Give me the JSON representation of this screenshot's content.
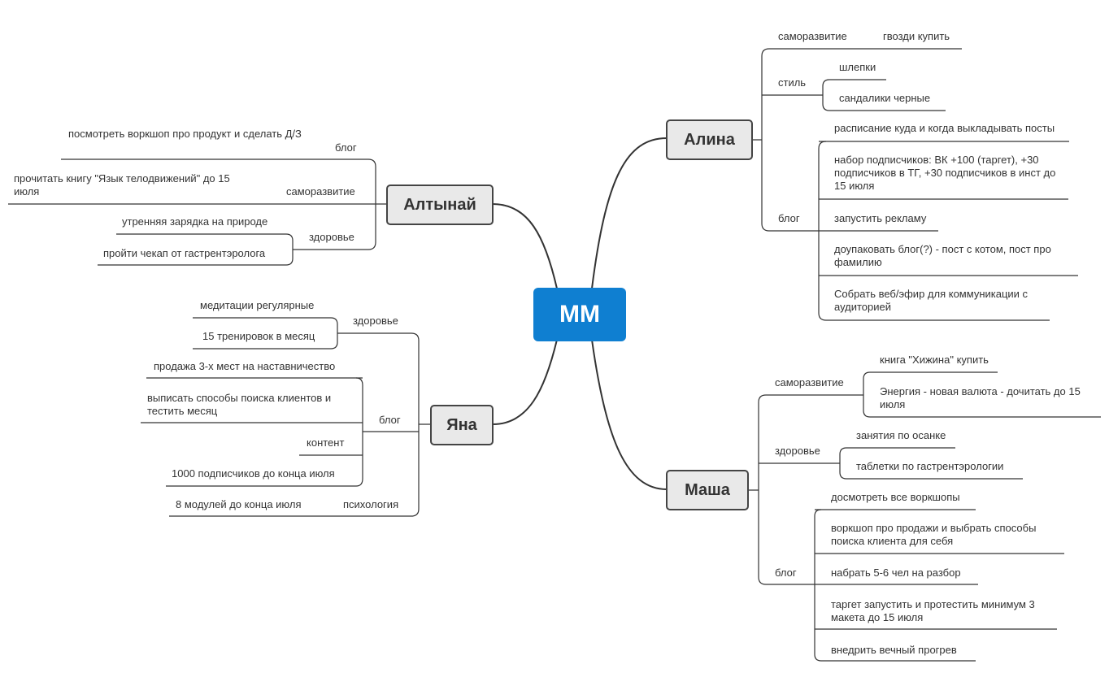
{
  "root": "MM",
  "alina": {
    "name": "Алина",
    "cat_selfdev": "саморазвитие",
    "selfdev_items": [
      "гвозди купить"
    ],
    "cat_style": "стиль",
    "style_items": [
      "шлепки",
      "сандалики черные"
    ],
    "cat_blog": "блог",
    "blog_items": [
      "расписание куда и когда выкладывать посты",
      "набор подписчиков: ВК +100 (таргет), +30 подписчиков в ТГ, +30 подписчиков в инст до 15 июля",
      "запустить рекламу",
      "доупаковать блог(?) - пост с котом, пост про фамилию",
      "Собрать веб/эфир для коммуникации с аудиторией"
    ]
  },
  "altynai": {
    "name": "Алтынай",
    "cat_blog": "блог",
    "blog_items": [
      "посмотреть воркшоп про продукт и сделать Д/З"
    ],
    "cat_selfdev": "саморазвитие",
    "selfdev_items": [
      "прочитать книгу \"Язык телодвижений\"  до 15 июля"
    ],
    "cat_health": "здоровье",
    "health_items": [
      "утренняя зарядка на природе",
      "пройти чекап от гастрентэролога"
    ]
  },
  "yana": {
    "name": "Яна",
    "cat_health": "здоровье",
    "health_items": [
      "медитации регулярные",
      "15 тренировок в месяц"
    ],
    "cat_blog": "блог",
    "blog_items": [
      "продажа 3-х мест на наставничество",
      "выписать способы поиска клиентов и тестить месяц",
      "контент",
      "1000 подписчиков до конца июля"
    ],
    "cat_psych": "психология",
    "psych_items": [
      "8 модулей до конца июля"
    ]
  },
  "masha": {
    "name": "Маша",
    "cat_selfdev": "саморазвитие",
    "selfdev_items": [
      "книга \"Хижина\" купить",
      "Энергия - новая валюта - дочитать до 15 июля"
    ],
    "cat_health": "здоровье",
    "health_items": [
      "занятия по осанке",
      "таблетки по гастрентэрологии"
    ],
    "cat_blog": "блог",
    "blog_items": [
      "досмотреть все воркшопы",
      "воркшоп про продажи и выбрать способы поиска клиента для себя",
      "набрать 5-6 чел на разбор",
      "таргет запустить и протестить минимум 3 макета до 15 июля",
      "внедрить вечный прогрев"
    ]
  },
  "colors": {
    "root": "#0f7fd1",
    "node_fill": "#e9e9e9",
    "line": "#333333"
  }
}
